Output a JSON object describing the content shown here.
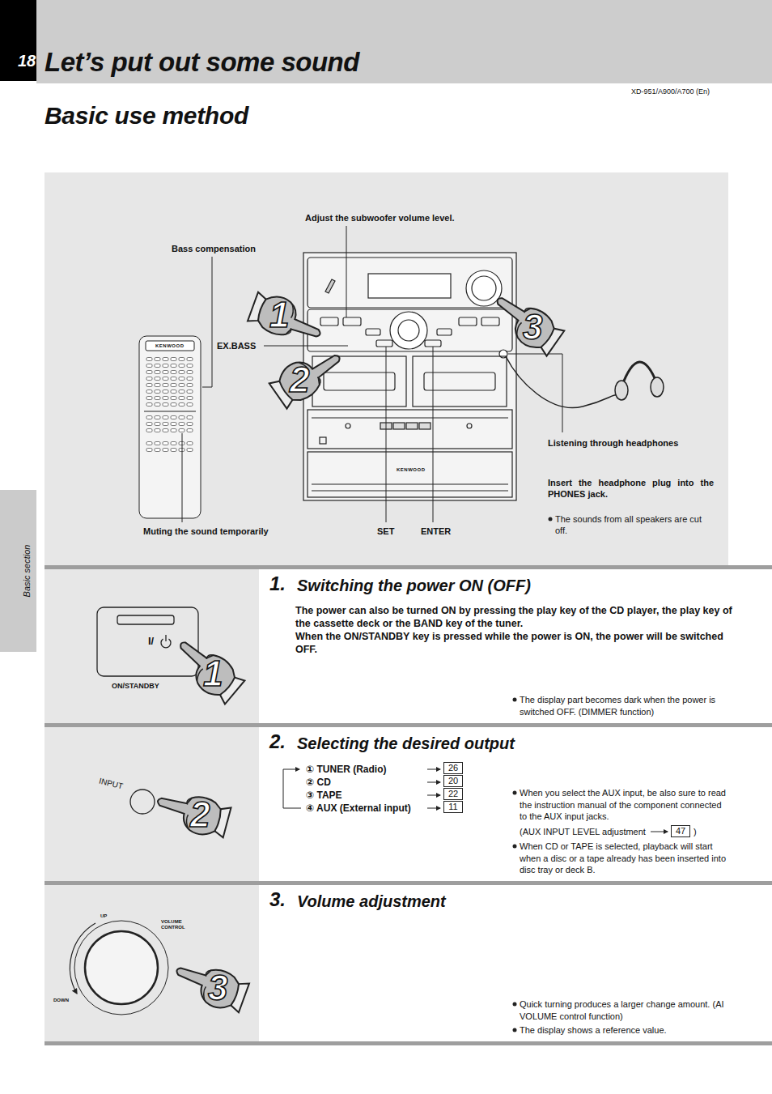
{
  "diagram": {
    "title": "Let’s put out some sound",
    "nodes": [
      {
        "text": [
          "18"
        ]
      },
      {
        "text": [
          "Adjust the subwoofer volume level.",
          "Bass compensation",
          "EX.BASS",
          "Listening through headphones",
          "Insert the headphone plug into the PHONES jack.",
          "The sounds from all speakers are cut off.",
          "Muting the sound temporarily",
          "SET",
          "ENTER"
        ]
      },
      {
        "text": [
          "Basic section"
        ]
      },
      {
        "text": [
          "Switching the power ON (OFF)",
          "The power can also be turned ON by pressing the play key of the CD player, the play key of the cassette deck or the BAND key of the tuner.",
          "When the ON/STANDBY key is pressed while the power is ON, the power will be switched OFF.",
          "The display part becomes dark when the power is switched OFF. (DIMMER function)"
        ]
      },
      {
        "text": [
          "Selecting the desired output",
          "① TUNER (Radio)",
          "② CD",
          "③ TAPE",
          "④ AUX (External input)",
          "When you select the AUX input, be also sure to read the instruction manual of the component connected to the AUX input jacks.",
          "(AUX INPUT LEVEL adjustment",
          ")",
          "When CD or TAPE is selected, playback will start when a disc or a tape already has been inserted into disc tray or deck B."
        ]
      },
      {
        "text": [
          "26"
        ],
        "in": 4
      },
      {
        "text": [
          "20"
        ],
        "in": 4
      },
      {
        "text": [
          "22"
        ],
        "in": 4
      },
      {
        "text": [
          "11"
        ],
        "in": 4
      },
      {
        "text": [
          "47"
        ],
        "in": 4
      },
      {
        "text": [
          "Volume adjustment",
          "Quick turning produces a larger change amount. (AI VOLUME control function)",
          "The display shows a reference value."
        ]
      }
    ],
    "labels": [
      "Basic use method",
      "XD-951/A900/A700 (En)",
      "KENWOOD",
      "KENWOOD",
      "1",
      "2",
      "3",
      "1.",
      "I/",
      "ON/STANDBY",
      "1",
      "2.",
      "INPUT",
      "2",
      "3.",
      "UP",
      "VOLUME CONTROL",
      "DOWN",
      "3"
    ]
  }
}
